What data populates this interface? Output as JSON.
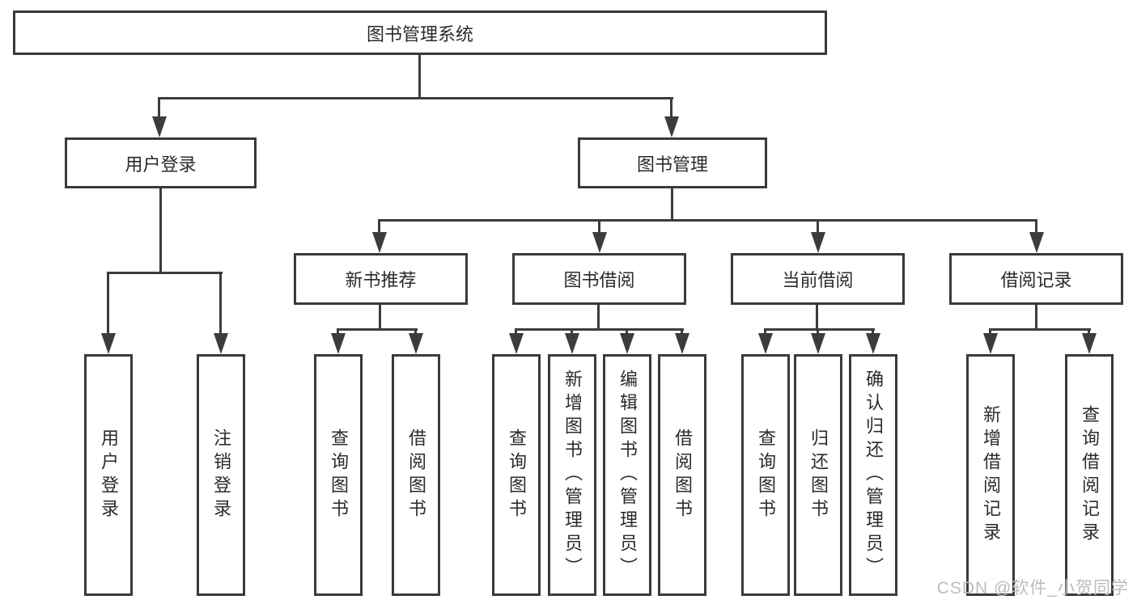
{
  "tree": {
    "root": "图书管理系统",
    "user_login": {
      "label": "用户登录",
      "children": [
        "用户登录",
        "注销登录"
      ]
    },
    "book_mgmt": {
      "label": "图书管理"
    },
    "new_book": {
      "label": "新书推荐",
      "children": [
        "查询图书",
        "借阅图书"
      ]
    },
    "borrow": {
      "label": "图书借阅",
      "children": [
        "查询图书",
        "新增图书（管理员）",
        "编辑图书（管理员）",
        "借阅图书"
      ]
    },
    "current": {
      "label": "当前借阅",
      "children": [
        "查询图书",
        "归还图书",
        "确认归还（管理员）"
      ]
    },
    "record": {
      "label": "借阅记录",
      "children": [
        "新增借阅记录",
        "查询借阅记录"
      ]
    },
    "watermark": "CSDN @软件_小贺同学"
  },
  "colors": {
    "line": "#3c3c3c",
    "border": "#3a3a3a",
    "text": "#2b2b2b",
    "watermark": "#bcbcbc",
    "background": "#ffffff"
  }
}
